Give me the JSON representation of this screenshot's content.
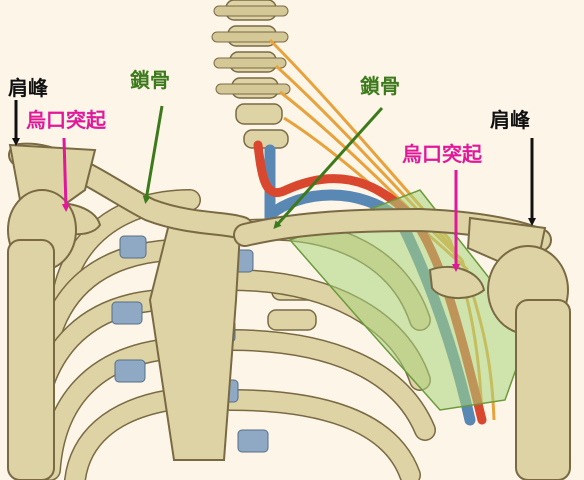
{
  "labels": {
    "acromion": "肩峰",
    "coracoid": "烏口突起",
    "clavicle": "鎖骨"
  },
  "colors": {
    "acromion": "#111111",
    "coracoid": "#e0189a",
    "clavicle": "#3c7a1c",
    "bone": "#ddd3a4",
    "cartilage": "#8fa9c4",
    "artery": "#d9482e",
    "vein": "#5a88b4",
    "nerve": "#e8a23c",
    "muscle": "#a9d47c"
  }
}
